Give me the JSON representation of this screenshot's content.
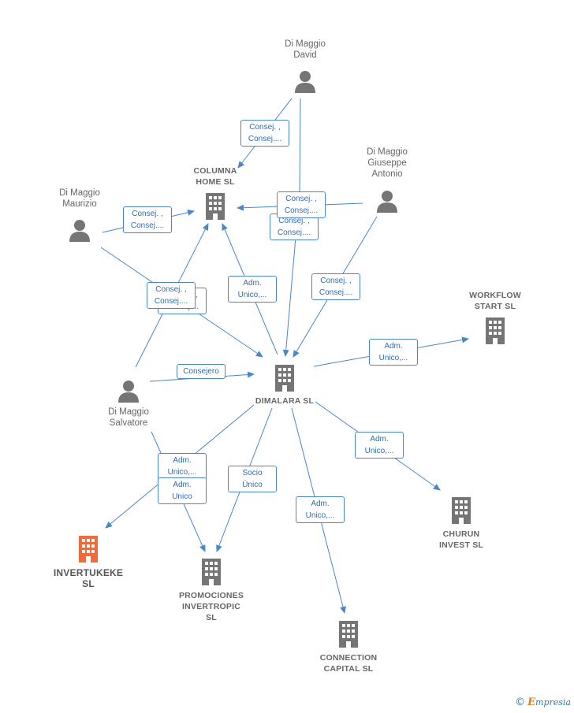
{
  "colors": {
    "edge": "#4a86c8",
    "company": "#757575",
    "highlight": "#f06a3c",
    "person": "#757575"
  },
  "nodes": {
    "di_maggio_david": {
      "type": "person",
      "label": "Di Maggio\nDavid"
    },
    "columna_home": {
      "type": "company",
      "label": "COLUMNA\nHOME  SL"
    },
    "di_maggio_giuseppe": {
      "type": "person",
      "label": "Di Maggio\nGiuseppe\nAntonio"
    },
    "di_maggio_maurizio": {
      "type": "person",
      "label": "Di Maggio\nMaurizio"
    },
    "workflow_start": {
      "type": "company",
      "label": "WORKFLOW\nSTART  SL"
    },
    "dimalara": {
      "type": "company",
      "label": "DIMALARA SL"
    },
    "di_maggio_salvatore": {
      "type": "person",
      "label": "Di Maggio\nSalvatore"
    },
    "churun_invest": {
      "type": "company",
      "label": "CHURUN\nINVEST  SL"
    },
    "invertukeke": {
      "type": "company",
      "label": "INVERTUKEKE\nSL",
      "highlight": true
    },
    "promociones": {
      "type": "company",
      "label": "PROMOCIONES\nINVERTROPIC\nSL"
    },
    "connection_capital": {
      "type": "company",
      "label": "CONNECTION\nCAPITAL  SL"
    }
  },
  "edge_labels": {
    "david_columna": "Consej. ,\nConsej....",
    "david_dimalara_a": "Consej. ,\nConsej....",
    "david_dimalara_b": "Consej. ,\nConsej....",
    "maurizio_columna": "Consej. ,\nConsej....",
    "giuseppe_dimalara": "Consej. ,\nConsej....",
    "maurizio_dimalara": "Consej. ,\nConsej....",
    "salvatore_columna": "Consej. ,\nConsej....",
    "dimalara_columna": "Adm.\nUnico,...",
    "salvatore_dimalara": "Consejero",
    "dimalara_workflow": "Adm.\nUnico,...",
    "dimalara_churun": "Adm.\nUnico,...",
    "dimalara_invertukeke": "Adm.\nUnico,...",
    "salvatore_promociones": "Adm.\nUnico",
    "dimalara_promociones": "Socio\nÚnico",
    "dimalara_connection": "Adm.\nUnico,..."
  },
  "brand": {
    "copyright": "©",
    "name_initial": "E",
    "name_rest": "mpresia"
  }
}
